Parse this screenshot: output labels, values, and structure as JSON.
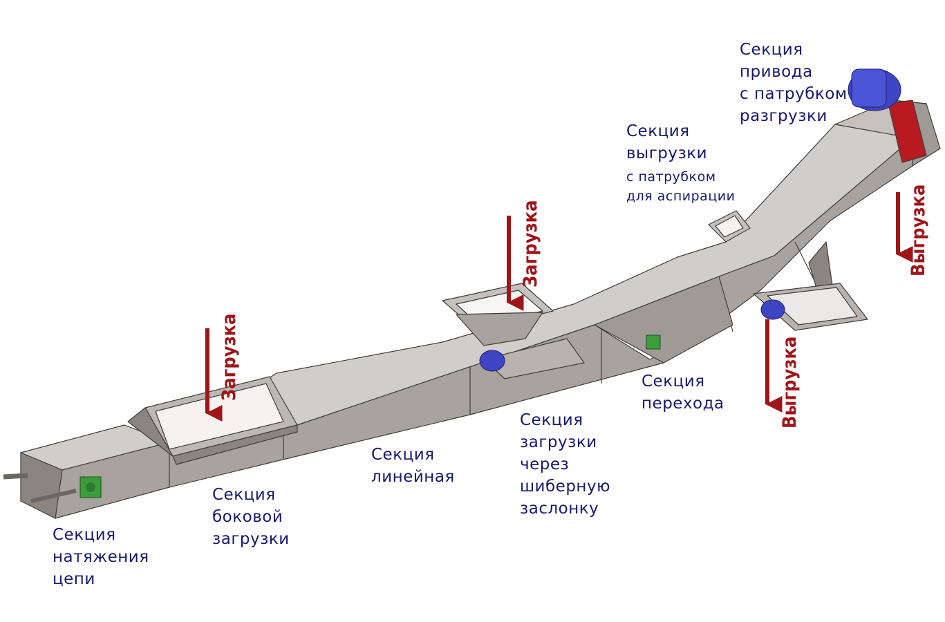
{
  "colors": {
    "steel_top": "#d1cdca",
    "steel_side": "#a8a39f",
    "steel_dark": "#8a8581",
    "outline": "#3f3c3a",
    "label_blue": "#16196e",
    "arrow_red": "#a01418",
    "motor_blue": "#3d45c4",
    "bearing_green": "#3b9e3b"
  },
  "labels": {
    "tension": [
      "Секция",
      "натяжения",
      "цепи"
    ],
    "side_loading": [
      "Секция",
      "боковой",
      "загрузки"
    ],
    "linear": [
      "Секция",
      "линейная"
    ],
    "gate_loading": [
      "Секция",
      "загрузки",
      "через",
      "шиберную",
      "заслонку"
    ],
    "transition": [
      "Секция",
      "перехода"
    ],
    "unloading": [
      "Секция",
      "выгрузки"
    ],
    "unloading_sub": [
      "с патрубком",
      "для аспирации"
    ],
    "drive": [
      "Секция",
      "привода",
      "с патрубком",
      "разгрузки"
    ]
  },
  "flows": {
    "load_1": "Загрузка",
    "load_2": "Загрузка",
    "unload_1": "Выгрузка",
    "unload_2": "Выгрузка"
  }
}
